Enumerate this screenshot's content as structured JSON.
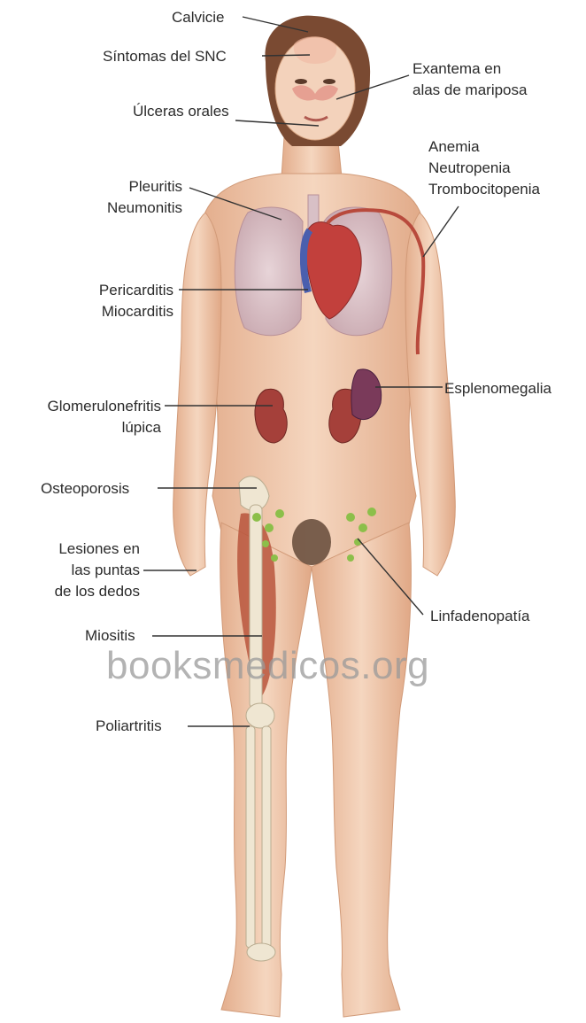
{
  "labels": {
    "calvicie": "Calvicie",
    "snc": "Síntomas del SNC",
    "exantema": [
      "Exantema en",
      "alas de mariposa"
    ],
    "ulceras": "Úlceras orales",
    "hematologic": [
      "Anemia",
      "Neutropenia",
      "Trombocitopenia"
    ],
    "pleuritis": [
      "Pleuritis",
      "Neumonitis"
    ],
    "pericarditis": [
      "Pericarditis",
      "Miocarditis"
    ],
    "esplenomegalia": "Esplenomegalia",
    "glomerulonefritis": [
      "Glomerulonefritis",
      "lúpica"
    ],
    "osteoporosis": "Osteoporosis",
    "lesiones": [
      "Lesiones en",
      "las puntas",
      "de los dedos"
    ],
    "linfadenopatia": "Linfadenopatía",
    "miositis": "Miositis",
    "poliartritis": "Poliartritis"
  },
  "watermark": "booksmedicos.org",
  "colors": {
    "skin": "#f2cfb6",
    "skin_shade": "#e0aa88",
    "hair": "#7a4a32",
    "lungs": "#d9c2c8",
    "heart": "#c2403c",
    "vein": "#4a5fae",
    "kidney": "#a5403a",
    "spleen": "#7a3a5a",
    "muscle": "#b8553c",
    "bone": "#efe6d2",
    "lymph": "#8cbf4a",
    "leader_line": "#333333"
  }
}
